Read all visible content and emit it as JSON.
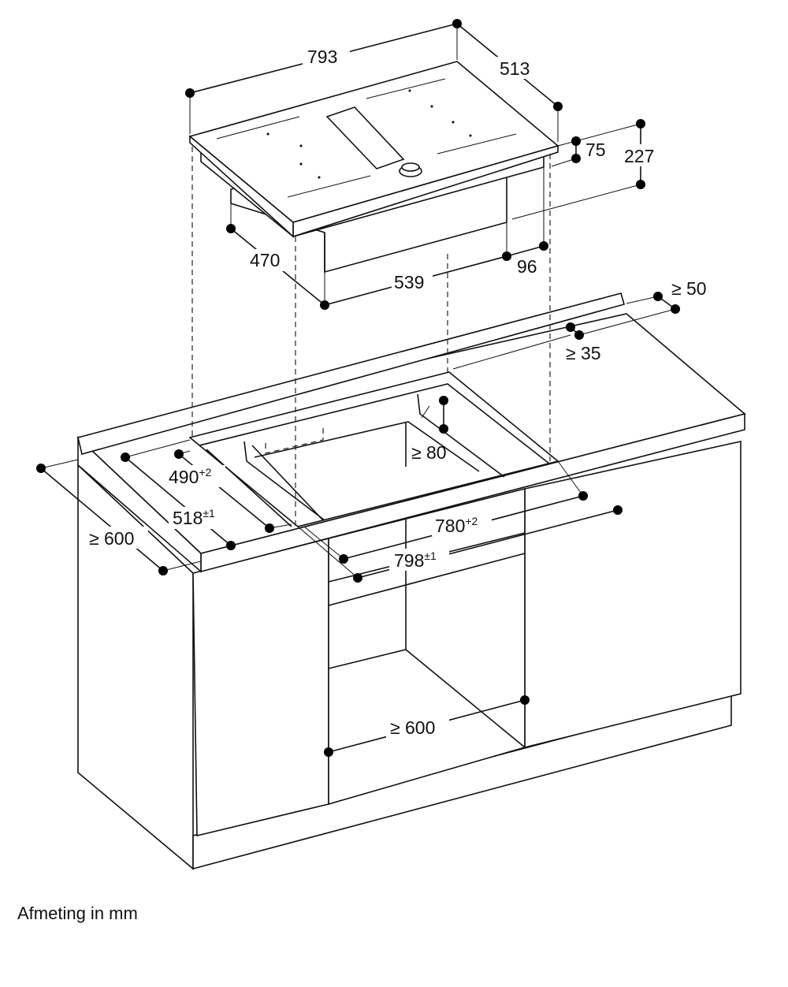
{
  "dimensions": {
    "hob_width": "793",
    "hob_depth": "513",
    "hob_thickness": "75",
    "total_height": "227",
    "body_depth": "470",
    "body_width": "539",
    "body_offset": "96",
    "min_back_edge": "≥ 50",
    "min_back_distance": "≥ 35",
    "min_front_gap": "≥ 80",
    "cutout_depth_base": "490",
    "cutout_depth_tol": "+2",
    "recess_depth_base": "518",
    "recess_depth_tol": "±1",
    "worktop_depth": "≥ 600",
    "cutout_width_base": "780",
    "cutout_width_tol": "+2",
    "recess_width_base": "798",
    "recess_width_tol": "±1",
    "cabinet_width": "≥ 600"
  },
  "caption": "Afmeting in mm"
}
